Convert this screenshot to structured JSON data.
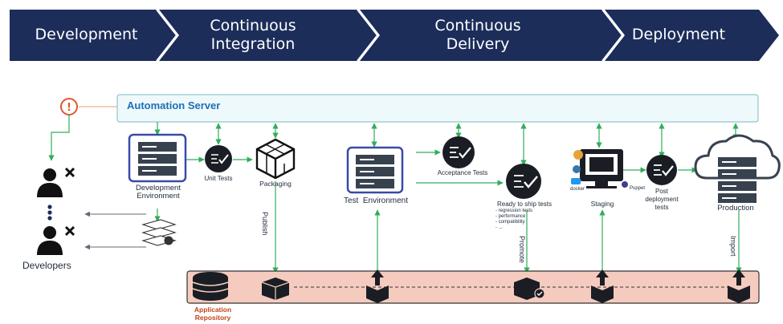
{
  "phases": [
    {
      "label": "Development"
    },
    {
      "label": "Continuous\nIntegration"
    },
    {
      "label": "Continuous\nDelivery"
    },
    {
      "label": "Deployment"
    }
  ],
  "automation_server": {
    "title": "Automation Server"
  },
  "nodes": {
    "dev_env": "Development\nEnvironment",
    "unit_tests": "Unit Tests",
    "packaging": "Packaging",
    "test_env": "Test  Environment",
    "acceptance_tests": "Acceptance Tests",
    "ready_to_ship": "Ready to ship tests",
    "staging": "Staging",
    "post_deploy": "Post\ndeployment\ntests",
    "production": "Production"
  },
  "ready_to_ship_items": [
    "- regression tests",
    "- performance",
    "- compatibility",
    "- ..."
  ],
  "edge_labels": {
    "publish": "Publish",
    "promote": "Promote",
    "import": "Import"
  },
  "developers": {
    "label": "Developers"
  },
  "repository": {
    "label": "Application\nRepository"
  },
  "staging_tools": {
    "docker": "docker",
    "puppet": "Puppet"
  },
  "colors": {
    "phase_bar": "#1c2d5a",
    "server_fill": "#eef9fb",
    "server_border": "#7fb7c6",
    "flow_arrow": "#2fae5a",
    "repo_fill": "#f6cbbf",
    "repo_label": "#c0461c",
    "alert": "#e0572c",
    "env_border": "#3a4aa8"
  }
}
